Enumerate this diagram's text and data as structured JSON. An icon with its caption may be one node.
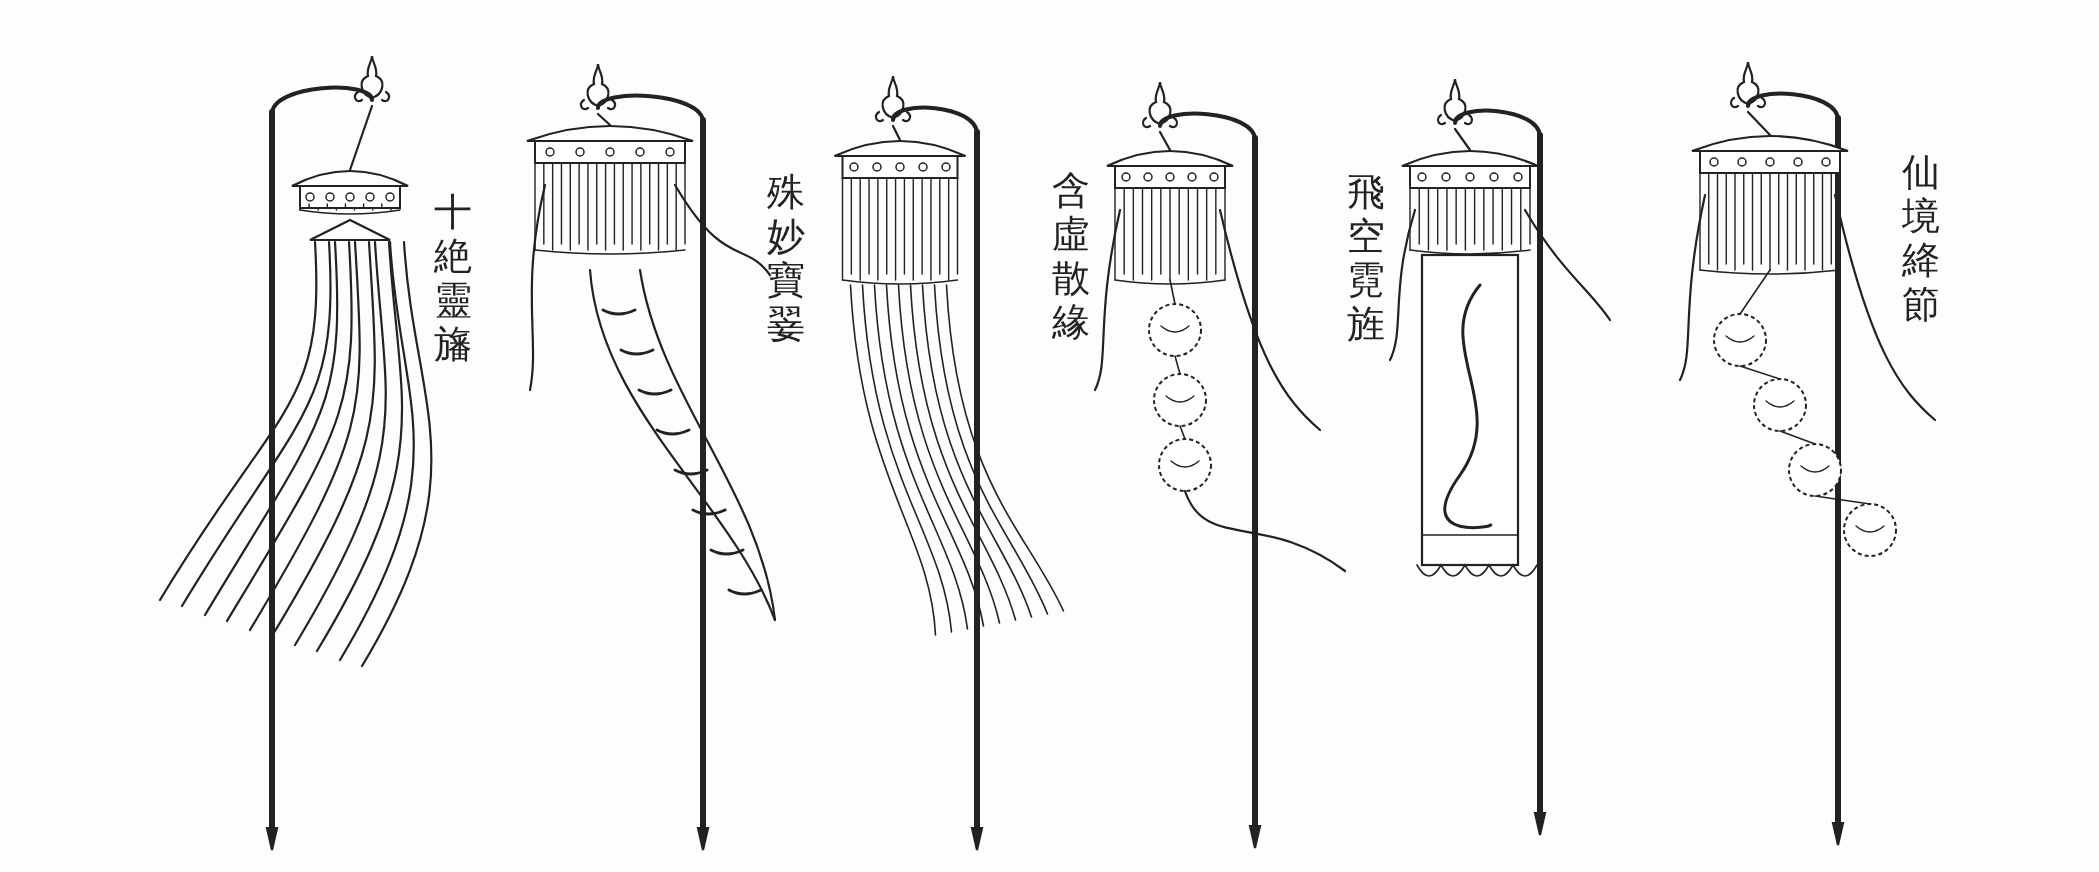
{
  "diagram": {
    "labels": [
      "十絶靈旛",
      "殊妙寶翣",
      "含虛散緣",
      "飛空霓旌",
      "仙境絳節"
    ]
  }
}
